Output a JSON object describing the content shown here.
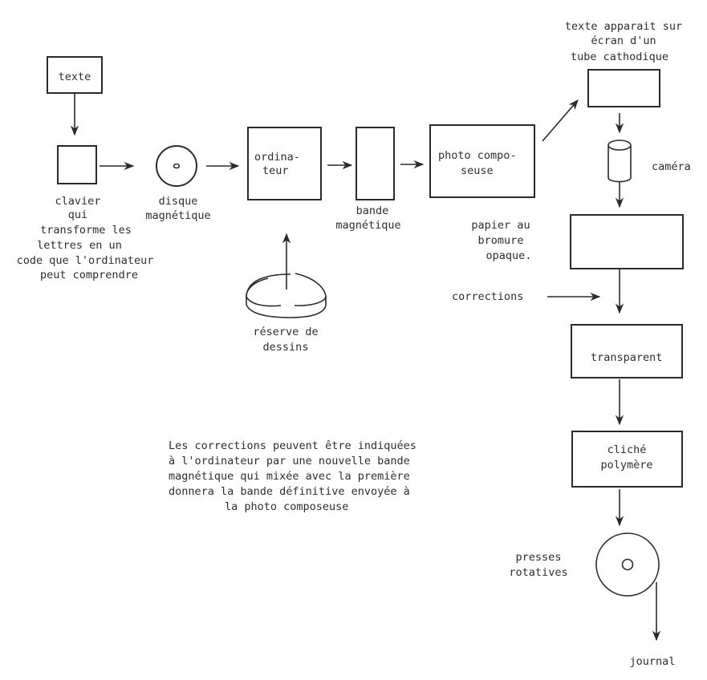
{
  "diagram": {
    "title": "Chaîne de fabrication d'un journal par photocomposition",
    "nodes": {
      "texte": {
        "label": "texte"
      },
      "clavier": {
        "caption": [
          "clavier",
          "qui",
          "transforme les",
          "lettres en un",
          "code que l'ordinateur",
          "peut comprendre"
        ]
      },
      "disque": {
        "caption": [
          "disque",
          "magnétique"
        ]
      },
      "ordinateur": {
        "label": [
          "ordina-",
          "teur"
        ]
      },
      "bande": {
        "caption": [
          "bande",
          "magnétique"
        ]
      },
      "photocomposeuse": {
        "label": [
          "photo compo-",
          "seuse"
        ]
      },
      "reserve": {
        "caption": [
          "réserve de",
          "dessins"
        ]
      },
      "ecran": {
        "caption": [
          "texte apparait sur",
          "écran d'un",
          "tube  cathodique"
        ]
      },
      "camera": {
        "caption": "caméra"
      },
      "papier": {
        "caption": [
          "papier au",
          "bromure",
          "opaque."
        ]
      },
      "corrections": {
        "caption": "corrections"
      },
      "transparent": {
        "label": "transparent"
      },
      "cliche": {
        "label": [
          "cliché",
          "polymère"
        ]
      },
      "presses": {
        "caption": [
          "presses",
          "rotatives"
        ]
      },
      "journal": {
        "caption": "journal"
      }
    },
    "note": [
      "Les corrections peuvent être indiquées",
      "à l'ordinateur par une nouvelle bande",
      "magnétique qui mixée avec la première",
      "donnera la bande définitive envoyée à",
      "la photo composeuse"
    ],
    "edges": [
      [
        "texte",
        "clavier"
      ],
      [
        "clavier",
        "disque"
      ],
      [
        "disque",
        "ordinateur"
      ],
      [
        "reserve",
        "ordinateur"
      ],
      [
        "ordinateur",
        "bande"
      ],
      [
        "bande",
        "photocomposeuse"
      ],
      [
        "photocomposeuse",
        "ecran"
      ],
      [
        "ecran",
        "camera"
      ],
      [
        "camera",
        "papier"
      ],
      [
        "papier",
        "transparent"
      ],
      [
        "corrections",
        "transparent"
      ],
      [
        "transparent",
        "cliche"
      ],
      [
        "cliche",
        "presses"
      ],
      [
        "presses",
        "journal"
      ]
    ]
  }
}
